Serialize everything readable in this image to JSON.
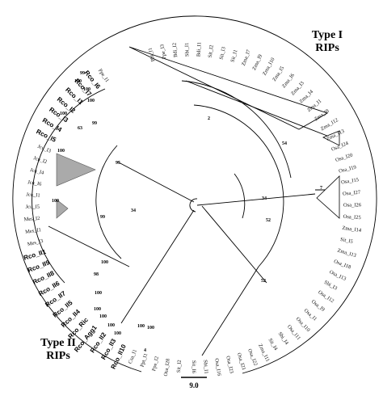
{
  "groups": {
    "type_i": [
      "Type I",
      "RIPs"
    ],
    "type_ii": [
      "Type II",
      "RIPs"
    ]
  },
  "scale_bar": "9.0",
  "leaves": [
    {
      "text": "Pbt_I1",
      "bold": false
    },
    {
      "text": "Ppe_I3",
      "bold": false
    },
    {
      "text": "Bdi_I2",
      "bold": false
    },
    {
      "text": "Sbi_I1",
      "bold": false
    },
    {
      "text": "Bdi_I1",
      "bold": false
    },
    {
      "text": "Sit_I2",
      "bold": false
    },
    {
      "text": "Sit_I3",
      "bold": false
    },
    {
      "text": "Sit_I1",
      "bold": false
    },
    {
      "text": "Zma_I7",
      "bold": false
    },
    {
      "text": "Zma_I9",
      "bold": false
    },
    {
      "text": "Zma_I10",
      "bold": false
    },
    {
      "text": "Zma_I5",
      "bold": false
    },
    {
      "text": "Zma_I6",
      "bold": false
    },
    {
      "text": "Zma_I3",
      "bold": false
    },
    {
      "text": "Zma_I4",
      "bold": false
    },
    {
      "text": "Zma_I1",
      "bold": false
    },
    {
      "text": "Zma_I8",
      "bold": false
    },
    {
      "text": "Zma_I12",
      "bold": false
    },
    {
      "text": "Zma_I13",
      "bold": false
    },
    {
      "text": "Osa_I24",
      "bold": false
    },
    {
      "text": "Osa_I20",
      "bold": false
    },
    {
      "text": "Osa_I19",
      "bold": false
    },
    {
      "text": "Osa_I15",
      "bold": false
    },
    {
      "text": "Osa_I27",
      "bold": false
    },
    {
      "text": "Osa_I26",
      "bold": false
    },
    {
      "text": "Osa_I25",
      "bold": false
    },
    {
      "text": "Zma_I14",
      "bold": false
    },
    {
      "text": "Sit_I5",
      "bold": false
    },
    {
      "text": "Zma_I13",
      "bold": false
    },
    {
      "text": "Osa_I18",
      "bold": false
    },
    {
      "text": "Osa_I13",
      "bold": false
    },
    {
      "text": "Sbi_I3",
      "bold": false
    },
    {
      "text": "Osa_I12",
      "bold": false
    },
    {
      "text": "Osa_I9",
      "bold": false
    },
    {
      "text": "Osa_I1",
      "bold": false
    },
    {
      "text": "Osa_I10",
      "bold": false
    },
    {
      "text": "Osa_I11",
      "bold": false
    },
    {
      "text": "Sbi_I4",
      "bold": false
    },
    {
      "text": "Sit_I4",
      "bold": false
    },
    {
      "text": "Zma_I11",
      "bold": false
    },
    {
      "text": "Osa_I22",
      "bold": false
    },
    {
      "text": "Osa_I21",
      "bold": false
    },
    {
      "text": "Osa_I23",
      "bold": false
    },
    {
      "text": "Osa_I16",
      "bold": false
    },
    {
      "text": "Sbi_I1",
      "bold": false
    },
    {
      "text": "Sit_I6",
      "bold": false
    },
    {
      "text": "Sit_I2",
      "bold": false
    },
    {
      "text": "Osa_I28",
      "bold": false
    },
    {
      "text": "Ppe_I2",
      "bold": false
    },
    {
      "text": "Ppt_I1",
      "bold": false
    },
    {
      "text": "Csa_I1",
      "bold": false
    },
    {
      "text": "Rco_II10",
      "bold": true
    },
    {
      "text": "Rco_II3",
      "bold": true
    },
    {
      "text": "Rco_II2",
      "bold": true
    },
    {
      "text": "Rco_Agg1",
      "bold": true
    },
    {
      "text": "Rco_Ric",
      "bold": true
    },
    {
      "text": "Rco_II4",
      "bold": true
    },
    {
      "text": "Rco_II5",
      "bold": true
    },
    {
      "text": "Rco_II7",
      "bold": true
    },
    {
      "text": "Rco_II6",
      "bold": true
    },
    {
      "text": "Rco_II8",
      "bold": true
    },
    {
      "text": "Rco_II9",
      "bold": true
    },
    {
      "text": "Rco_II1",
      "bold": true
    },
    {
      "text": "Mes_I3",
      "bold": false
    },
    {
      "text": "Mes_I1",
      "bold": false
    },
    {
      "text": "Mes_I2",
      "bold": false
    },
    {
      "text": "Jcu_I5",
      "bold": false
    },
    {
      "text": "Jcu_I1",
      "bold": false
    },
    {
      "text": "Jcu_I6",
      "bold": false
    },
    {
      "text": "Jcu_I4",
      "bold": false
    },
    {
      "text": "Jcu_I2",
      "bold": false
    },
    {
      "text": "Jcu_I3",
      "bold": false
    },
    {
      "text": "Rco_I5",
      "bold": true
    },
    {
      "text": "Rco_I4",
      "bold": true
    },
    {
      "text": "Rco_I3",
      "bold": true
    },
    {
      "text": "Rco_I2",
      "bold": true
    },
    {
      "text": "Rco_I1",
      "bold": true
    },
    {
      "text": "Rco_I7",
      "bold": true
    },
    {
      "text": "Rco_I6",
      "bold": true
    },
    {
      "text": "Ppe_I1",
      "bold": false
    }
  ],
  "bootstrap": [
    "100",
    "99",
    "100",
    "100",
    "100",
    "99",
    "63",
    "100",
    "100",
    "95",
    "99",
    "34",
    "34",
    "2",
    "54",
    "7",
    "52",
    "52",
    "100",
    "98",
    "100",
    "100",
    "100",
    "100",
    "100",
    "4",
    "100",
    "100"
  ]
}
